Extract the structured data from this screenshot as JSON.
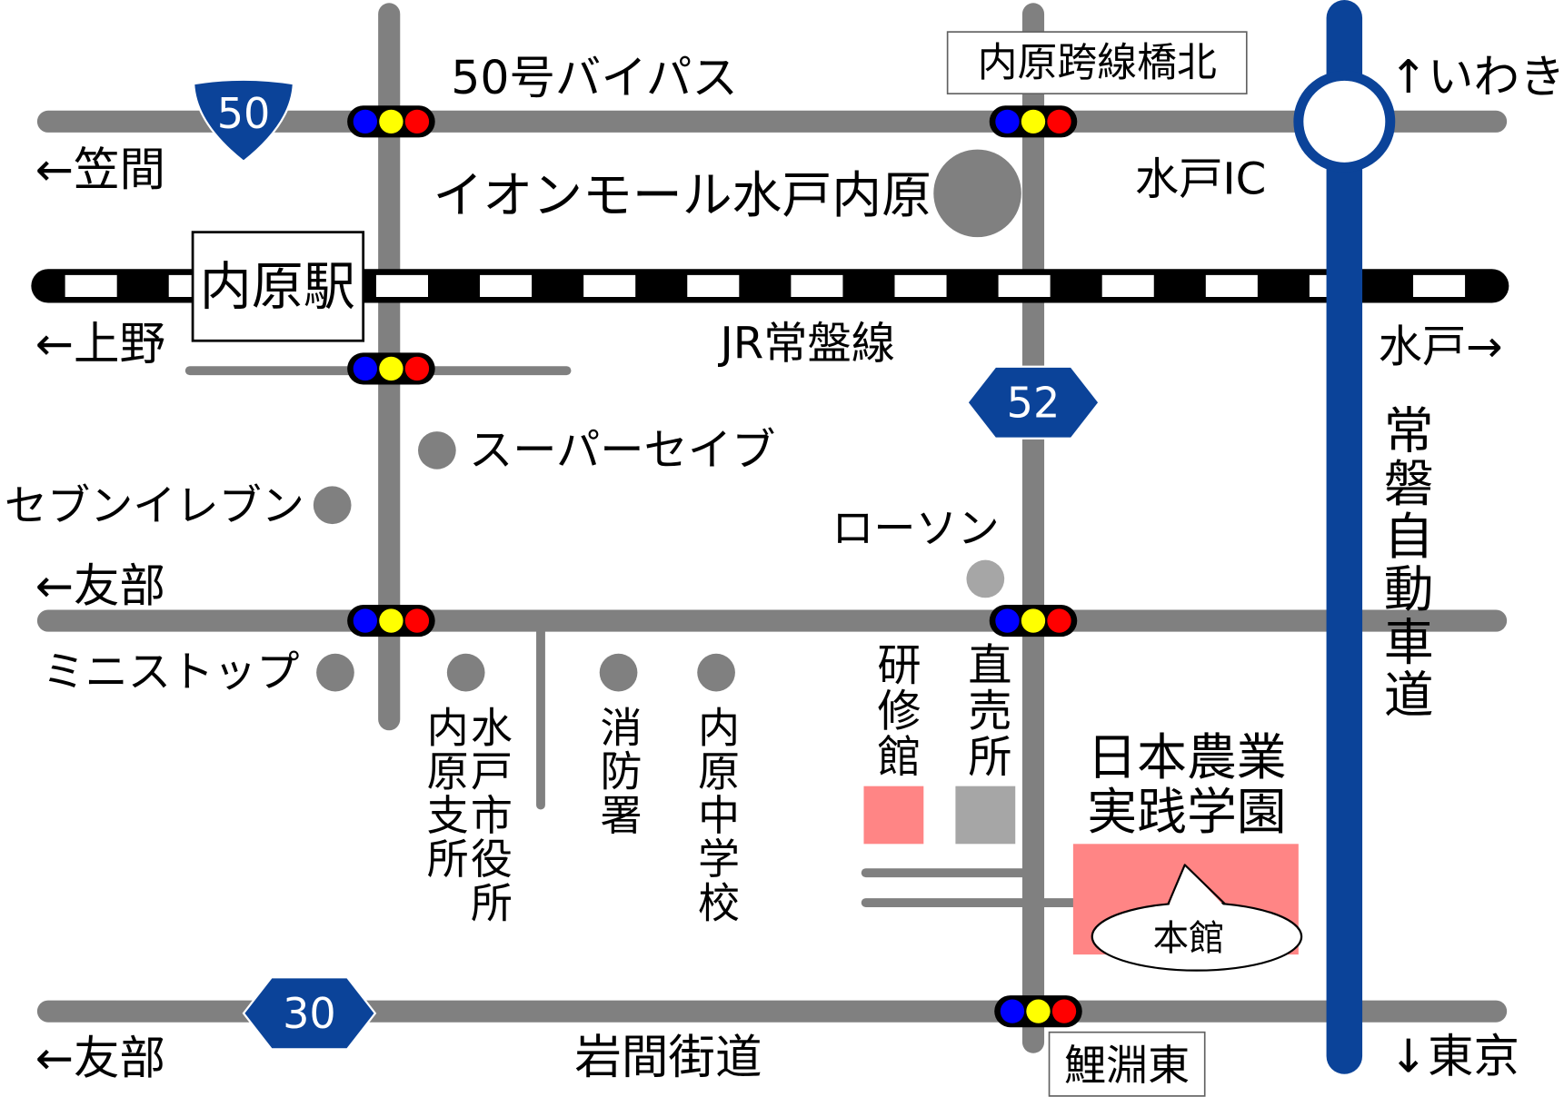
{
  "labels": {
    "bypass_name": "50号バイパス",
    "to_kasama": "←笠間",
    "aeon_mall": "イオンモール水戸内原",
    "mito_ic": "水戸IC",
    "to_iwaki": "↑いわき",
    "to_ueno": "←上野",
    "jr_line": "JR常盤線",
    "to_mito": "水戸→",
    "expressway": "常磐自動車道",
    "super_save": "スーパーセイブ",
    "seven_eleven": "セブンイレブン",
    "lawson": "ローソン",
    "to_tomobe_middle": "←友部",
    "ministop": "ミニストップ",
    "city_office": {
      "line1": "水戸市役所",
      "line2": "内原支所"
    },
    "fire_station": "消防署",
    "junior_high": "内原中学校",
    "training_hall": "研修館",
    "direct_store": "直売所",
    "school": {
      "line1": "日本農業",
      "line2": "実践学園"
    },
    "main_building": "本館",
    "iwama_road": "岩間街道",
    "to_tomobe_bottom": "←友部",
    "to_tokyo": "↓東京"
  },
  "boxed_labels": {
    "station": "内原駅",
    "intersection_north": "内原跨線橋北",
    "intersection_south": "鯉淵東"
  },
  "route_shields": {
    "r50": "50",
    "r52": "52",
    "r30": "30"
  },
  "colors": {
    "road": "#808080",
    "expressway": "#0b4399",
    "shield": "#0b4399",
    "marker": "#808080",
    "marker_light": "#a6a6a6",
    "pink": "#ff8585",
    "rail_dark": "#000000",
    "rail_light": "#ffffff",
    "signal_blue": "#0000ff",
    "signal_yellow": "#ffff00",
    "signal_red": "#ff0000",
    "text": "#000000"
  },
  "icons": {
    "traffic_signal": "traffic-signal-icon",
    "national_route": "national-route-shield-icon",
    "prefectural_route": "prefectural-route-hexagon-icon",
    "interchange": "interchange-circle-icon",
    "landmark": "gray-dot-marker"
  }
}
